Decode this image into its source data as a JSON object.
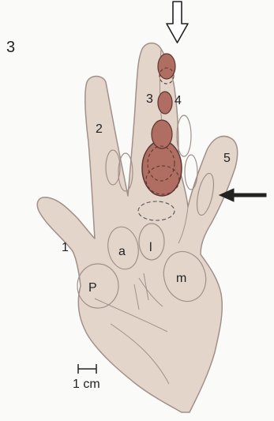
{
  "figure": {
    "panel_number": "3",
    "finger_labels": {
      "f1": "1",
      "f2": "2",
      "f3": "3",
      "f4": "4",
      "f5": "5"
    },
    "region_labels": {
      "a": "a",
      "l": "l",
      "P": "P",
      "m": "m"
    },
    "scale_bar_label": "1 cm",
    "colors": {
      "background": "#fafaf8",
      "hand_fill": "#e4d5cb",
      "hand_stroke": "#a09089",
      "lesion_fill": "#b06e62",
      "lesion_stroke": "#5a3630",
      "arrow": "#222222"
    },
    "icons": {
      "open_arrow": "open-down-arrow-icon",
      "solid_arrow": "solid-left-arrow-icon"
    }
  }
}
